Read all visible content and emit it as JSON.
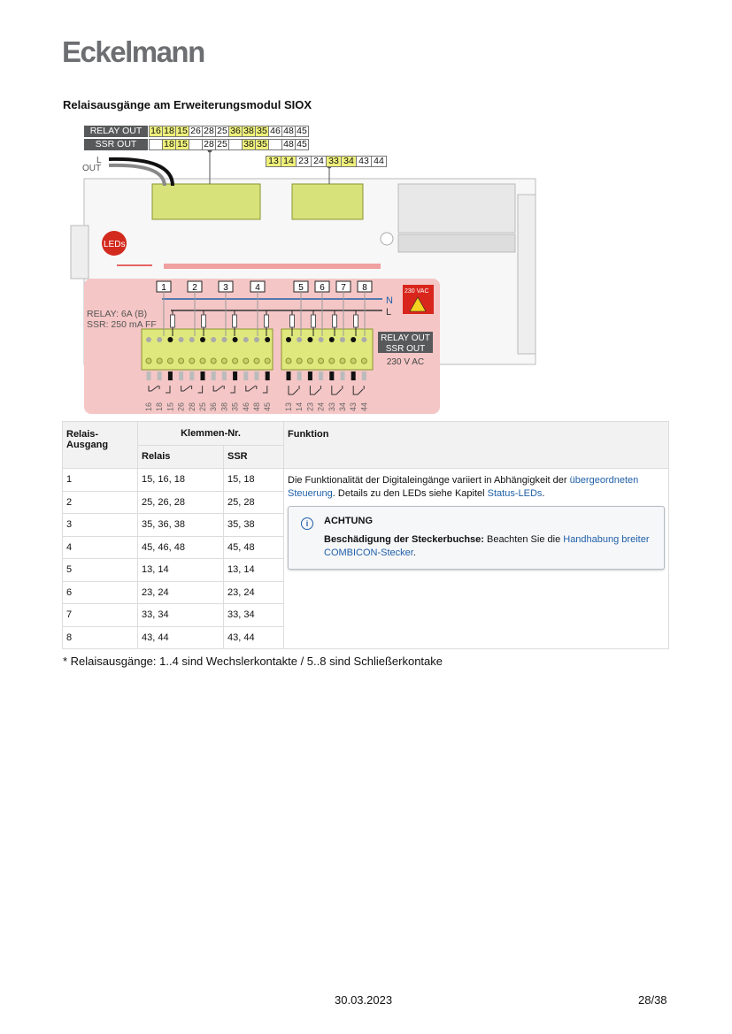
{
  "logo": "Eckelmann",
  "heading": "Relaisausgänge am Erweiterungsmodul SIOX",
  "diagram": {
    "relay_out_label": "RELAY OUT",
    "ssr_out_label": "SSR OUT",
    "relay_out_cells": [
      {
        "t": "16",
        "hl": true
      },
      {
        "t": "18",
        "hl": true
      },
      {
        "t": "15",
        "hl": true
      },
      {
        "t": "26",
        "hl": false
      },
      {
        "t": "28",
        "hl": false
      },
      {
        "t": "25",
        "hl": false
      },
      {
        "t": "36",
        "hl": true
      },
      {
        "t": "38",
        "hl": true
      },
      {
        "t": "35",
        "hl": true
      },
      {
        "t": "46",
        "hl": false
      },
      {
        "t": "48",
        "hl": false
      },
      {
        "t": "45",
        "hl": false
      }
    ],
    "ssr_out_cells": [
      {
        "t": "",
        "hl": false
      },
      {
        "t": "18",
        "hl": true
      },
      {
        "t": "15",
        "hl": true
      },
      {
        "t": "",
        "hl": false
      },
      {
        "t": "28",
        "hl": false
      },
      {
        "t": "25",
        "hl": false
      },
      {
        "t": "",
        "hl": false
      },
      {
        "t": "38",
        "hl": true
      },
      {
        "t": "35",
        "hl": true
      },
      {
        "t": "",
        "hl": false
      },
      {
        "t": "48",
        "hl": false
      },
      {
        "t": "45",
        "hl": false
      }
    ],
    "second_cells": [
      {
        "t": "13",
        "hl": true
      },
      {
        "t": "14",
        "hl": true
      },
      {
        "t": "23",
        "hl": false
      },
      {
        "t": "24",
        "hl": false
      },
      {
        "t": "33",
        "hl": true
      },
      {
        "t": "34",
        "hl": true
      },
      {
        "t": "43",
        "hl": false
      },
      {
        "t": "44",
        "hl": false
      }
    ],
    "wire_l": "L",
    "wire_out": "OUT",
    "leds_label": "LEDs",
    "outputs": [
      "1",
      "2",
      "3",
      "4",
      "5",
      "6",
      "7",
      "8"
    ],
    "n_label": "N",
    "l_label": "L",
    "relay_rating": "RELAY: 6A (B)",
    "ssr_rating": "SSR: 250 mA FF",
    "warning_label": "230 VAC",
    "relay_out_badge": "RELAY OUT",
    "ssr_out_badge": "SSR OUT",
    "voltage": "230 V AC",
    "terminal_labels": [
      "16",
      "18",
      "15",
      "26",
      "28",
      "25",
      "36",
      "38",
      "35",
      "46",
      "48",
      "45",
      "13",
      "14",
      "23",
      "24",
      "33",
      "34",
      "43",
      "44"
    ]
  },
  "table": {
    "h_output": "Relais-Ausgang",
    "h_terminals": "Klemmen-Nr.",
    "h_function": "Funktion",
    "h_relay": "Relais",
    "h_ssr": "SSR",
    "rows": [
      {
        "out": "1",
        "relay": "15, 16, 18",
        "ssr": "15, 18"
      },
      {
        "out": "2",
        "relay": "25, 26, 28",
        "ssr": "25, 28"
      },
      {
        "out": "3",
        "relay": "35, 36, 38",
        "ssr": "35, 38"
      },
      {
        "out": "4",
        "relay": "45, 46, 48",
        "ssr": "45, 48"
      },
      {
        "out": "5",
        "relay": "13, 14",
        "ssr": "13, 14"
      },
      {
        "out": "6",
        "relay": "23, 24",
        "ssr": "23, 24"
      },
      {
        "out": "7",
        "relay": "33, 34",
        "ssr": "33, 34"
      },
      {
        "out": "8",
        "relay": "43, 44",
        "ssr": "43, 44"
      }
    ],
    "function_text_1": "Die Funktionalität der Digitaleingänge variiert in Abhängigkeit der ",
    "function_link_1": "übergeordneten Steuerung",
    "function_text_2": ". Details zu den LEDs siehe Kapitel ",
    "function_link_2": "Status-LEDs",
    "function_text_3": ".",
    "notice_title": "ACHTUNG",
    "notice_bold": "Beschädigung der Steckerbuchse:",
    "notice_text": " Beachten Sie die ",
    "notice_link": "Handhabung breiter COMBICON-Stecker",
    "notice_end": "."
  },
  "footnote": "* Relaisausgänge: 1..4 sind Wechslerkontakte / 5..8 sind Schließerkontake",
  "footer": {
    "date": "30.03.2023",
    "page": "28/38"
  }
}
